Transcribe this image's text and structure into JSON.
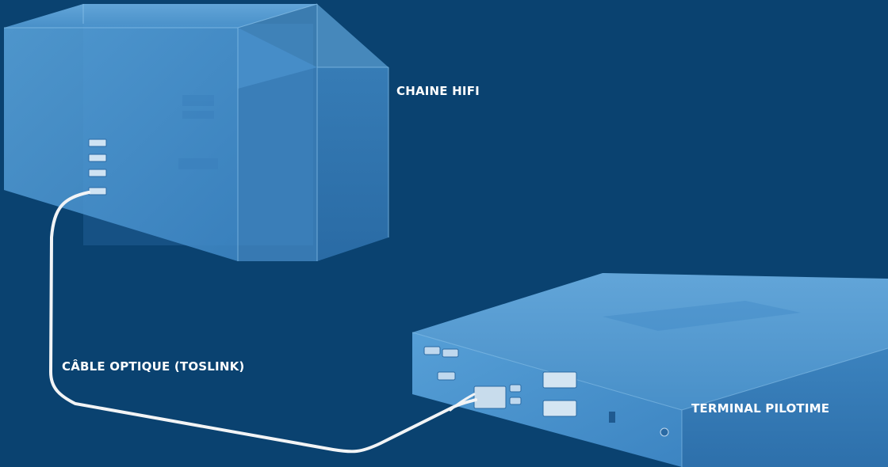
{
  "labels": {
    "hifi": "CHAINE HIFI",
    "cable": "CÂBLE OPTIQUE (TOSLINK)",
    "terminal": "TERMINAL PILOTIME"
  },
  "colors": {
    "background": "#0a4270",
    "cable": "#f2f4f6",
    "label": "#ffffff"
  }
}
